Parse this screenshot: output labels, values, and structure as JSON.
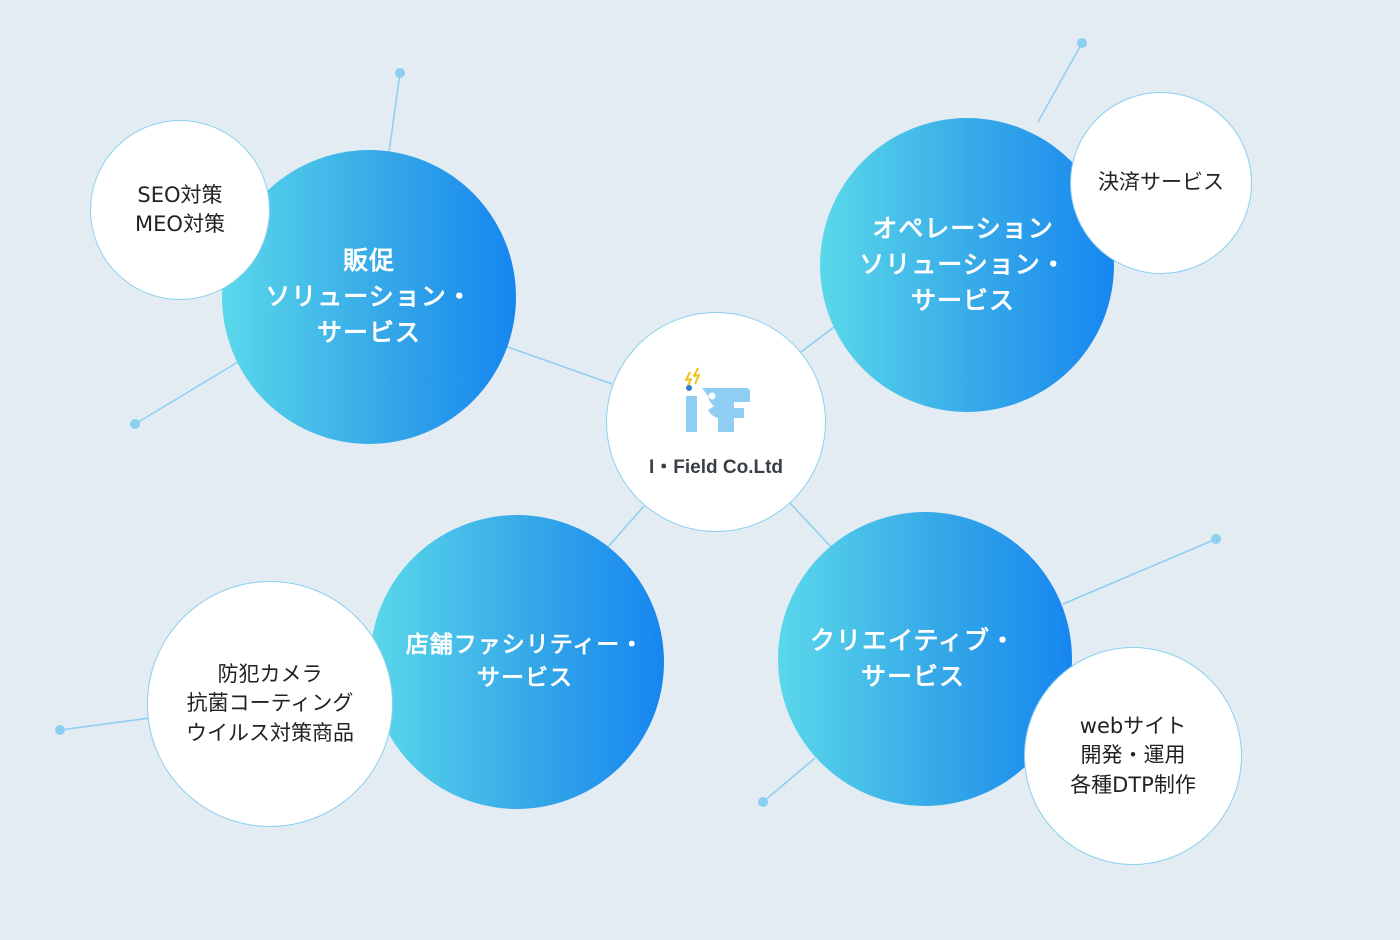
{
  "company": {
    "name": "I・Field Co.Ltd"
  },
  "services": {
    "promotion": {
      "title": "販促\nソリューション・\nサービス",
      "detail": "SEO対策\nMEO対策"
    },
    "operation": {
      "title": "オペレーション\nソリューション・\nサービス",
      "detail": "決済サービス"
    },
    "facility": {
      "title": "店舗ファシリティー・\nサービス",
      "detail": "防犯カメラ\n抗菌コーティング\nウイルス対策商品"
    },
    "creative": {
      "title": "クリエイティブ・\nサービス",
      "detail": "webサイト\n開発・運用\n各種DTP制作"
    }
  },
  "colors": {
    "background": "#e4ecf3",
    "gradient_start": "#5ad8ea",
    "gradient_end": "#1686f0",
    "line": "#8ccff0",
    "logo": "#8fcdf3",
    "logo_spark": "#f1c21b"
  }
}
